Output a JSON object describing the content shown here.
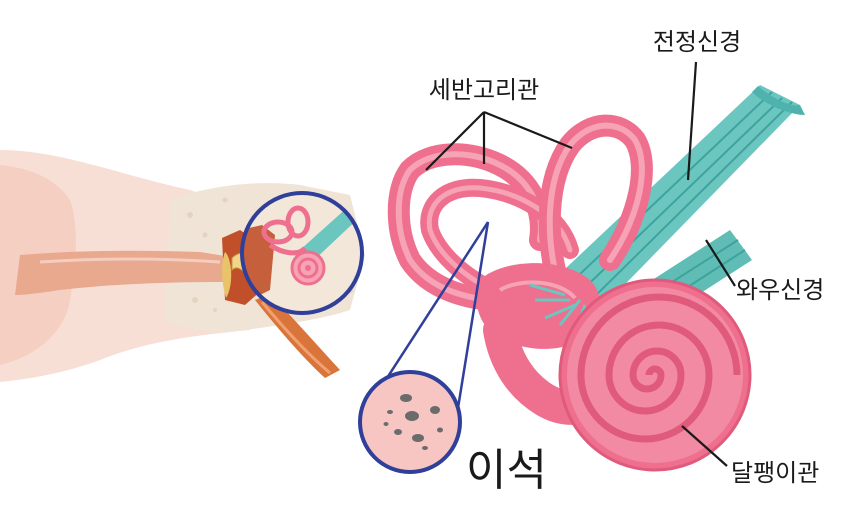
{
  "labels": {
    "semicircular_canals": "세반고리관",
    "vestibular_nerve": "전정신경",
    "cochlear_nerve": "와우신경",
    "cochlea": "달팽이관",
    "otolith": "이석"
  },
  "colors": {
    "canal_pink": "#ef6f8e",
    "canal_light": "#f7a3b6",
    "nerve_teal": "#6cc6c0",
    "nerve_dark": "#3fa39d",
    "circle_blue": "#2f3f9a",
    "otolith_bg": "#f7c6c2",
    "stone_gray": "#6b6b6b",
    "bone_beige": "#efe4d6",
    "canal_orange": "#d9743a"
  }
}
